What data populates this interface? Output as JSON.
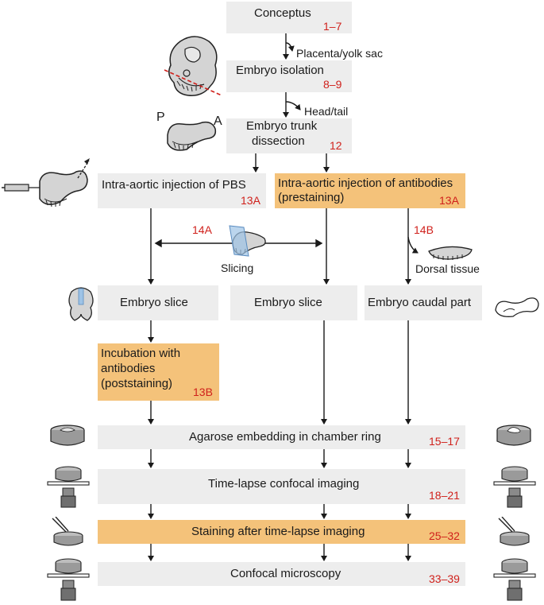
{
  "nodes": {
    "conceptus": {
      "label": "Conceptus",
      "step": "1–7"
    },
    "embryo_isolation": {
      "label": "Embryo isolation",
      "step": "8–9"
    },
    "trunk_dissection": {
      "label_line1": "Embryo trunk",
      "label_line2": "dissection",
      "step": "12"
    },
    "pbs_injection": {
      "label": "Intra-aortic injection of PBS",
      "step": "13A"
    },
    "antibody_injection": {
      "label_line1": "Intra-aortic injection of antibodies",
      "label_line2": "(prestaining)",
      "step": "13A"
    },
    "slice_left": {
      "label": "Embryo slice"
    },
    "slice_middle": {
      "label": "Embryo slice"
    },
    "caudal_part": {
      "label": "Embryo caudal part"
    },
    "incubation": {
      "label_line1": "Incubation with",
      "label_line2": "antibodies",
      "label_line3": "(poststaining)",
      "step": "13B"
    },
    "agarose": {
      "label": "Agarose embedding in chamber ring",
      "step": "15–17"
    },
    "timelapse": {
      "label": "Time-lapse confocal imaging",
      "step": "18–21"
    },
    "staining": {
      "label": "Staining after time-lapse imaging",
      "step": "25–32"
    },
    "microscopy": {
      "label": "Confocal microscopy",
      "step": "33–39"
    }
  },
  "branches": {
    "placenta": "Placenta/yolk sac",
    "head_tail": "Head/tail",
    "slicing": "Slicing",
    "slicing_step": "14A",
    "dorsal": "Dorsal tissue",
    "dorsal_step": "14B"
  },
  "orientation": {
    "posterior": "P",
    "anterior": "A"
  },
  "colors": {
    "grey_box": "#ededed",
    "orange_box": "#f4c27a",
    "step_red": "#d0211c",
    "line": "#1a1a1a"
  }
}
